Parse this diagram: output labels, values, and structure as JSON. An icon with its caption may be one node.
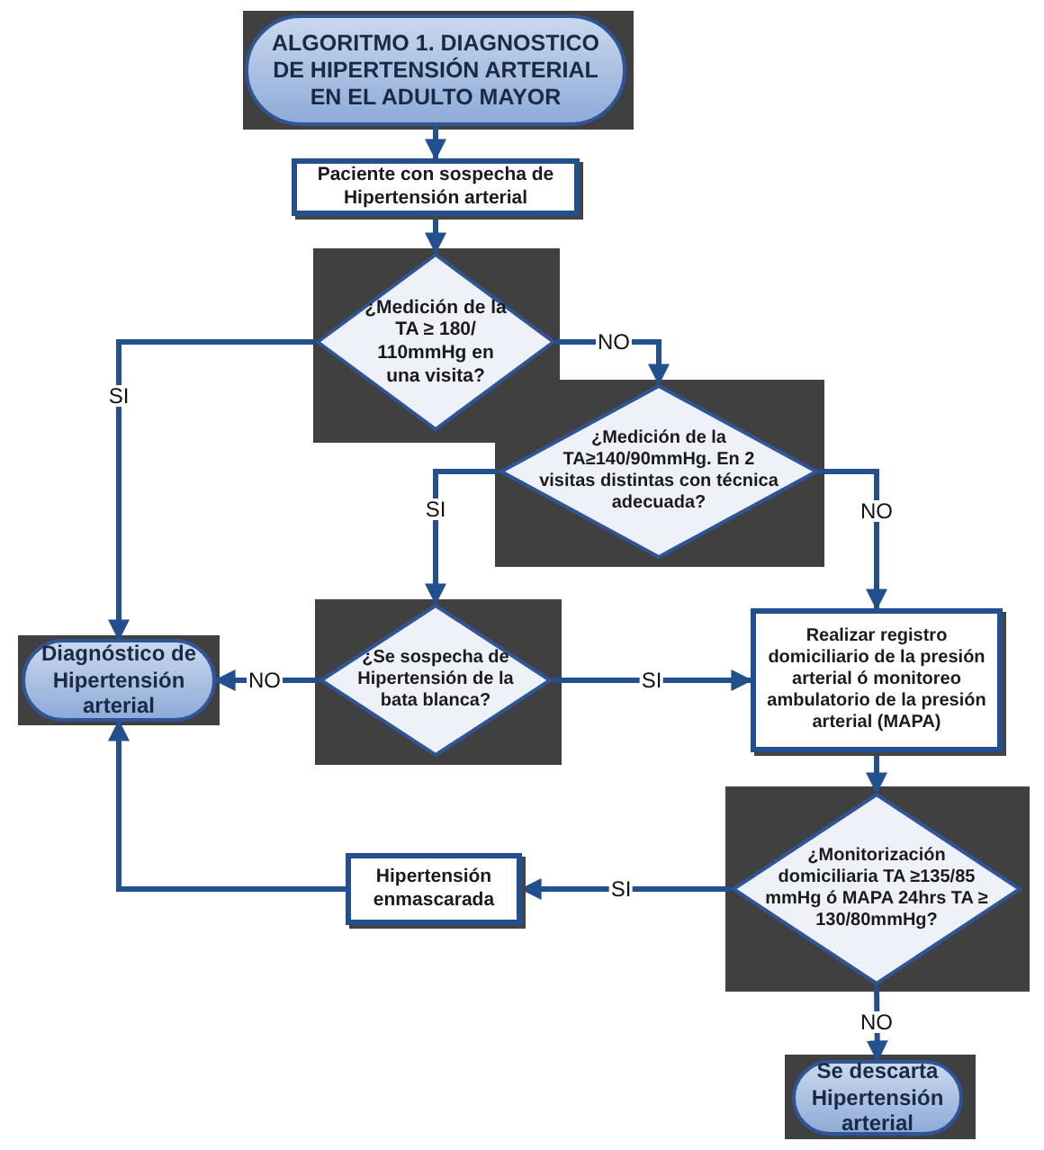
{
  "diagram": {
    "nodes": [
      {
        "text": [
          "ALGORITMO 1. DIAGNOSTICO DE HIPERTENSIÓN ARTERIAL EN EL ADULTO MAYOR"
        ]
      },
      {
        "text": [
          "Paciente con sospecha de Hipertensión arterial"
        ]
      },
      {
        "text": [
          "¿Medición de la TA ≥ 180/ 110mmHg en una visita?"
        ]
      },
      {
        "text": [
          "¿Medición de la TA≥140/90mmHg. En 2 visitas distintas con técnica adecuada?"
        ]
      },
      {
        "text": [
          "Diagnóstico de Hipertensión arterial"
        ]
      },
      {
        "text": [
          "¿Se sospecha de Hipertensión de la bata blanca?"
        ]
      },
      {
        "text": [
          "Realizar registro domiciliario de la presión arterial ó monitoreo ambulatorio de la presión arterial (MAPA)"
        ]
      },
      {
        "text": [
          "¿Monitorización domiciliaria TA ≥135/85 mmHg ó MAPA 24hrs TA ≥ 130/80mmHg?"
        ]
      },
      {
        "text": [
          "Hipertensión enmascarada"
        ]
      },
      {
        "text": [
          "Se descarta Hipertensión arterial"
        ]
      }
    ],
    "edges": [
      {
        "from": 0,
        "to": 1,
        "arrow": "to"
      },
      {
        "from": 1,
        "to": 2,
        "arrow": "to"
      },
      {
        "from": 2,
        "to": 3,
        "arrow": "to",
        "label": "NO"
      },
      {
        "from": 2,
        "to": 4,
        "arrow": "to",
        "label": "SI"
      },
      {
        "from": 3,
        "to": 5,
        "arrow": "to",
        "label": "SI"
      },
      {
        "from": 3,
        "to": 6,
        "arrow": "to",
        "label": "NO"
      },
      {
        "from": 5,
        "to": 4,
        "arrow": "to",
        "label": "NO"
      },
      {
        "from": 5,
        "to": 6,
        "arrow": "to",
        "label": "SI"
      },
      {
        "from": 6,
        "to": 7,
        "arrow": "to"
      },
      {
        "from": 7,
        "to": 8,
        "arrow": "to",
        "label": "SI"
      },
      {
        "from": 8,
        "to": 4,
        "arrow": "to"
      },
      {
        "from": 7,
        "to": 9,
        "arrow": "to",
        "label": "NO"
      }
    ]
  }
}
